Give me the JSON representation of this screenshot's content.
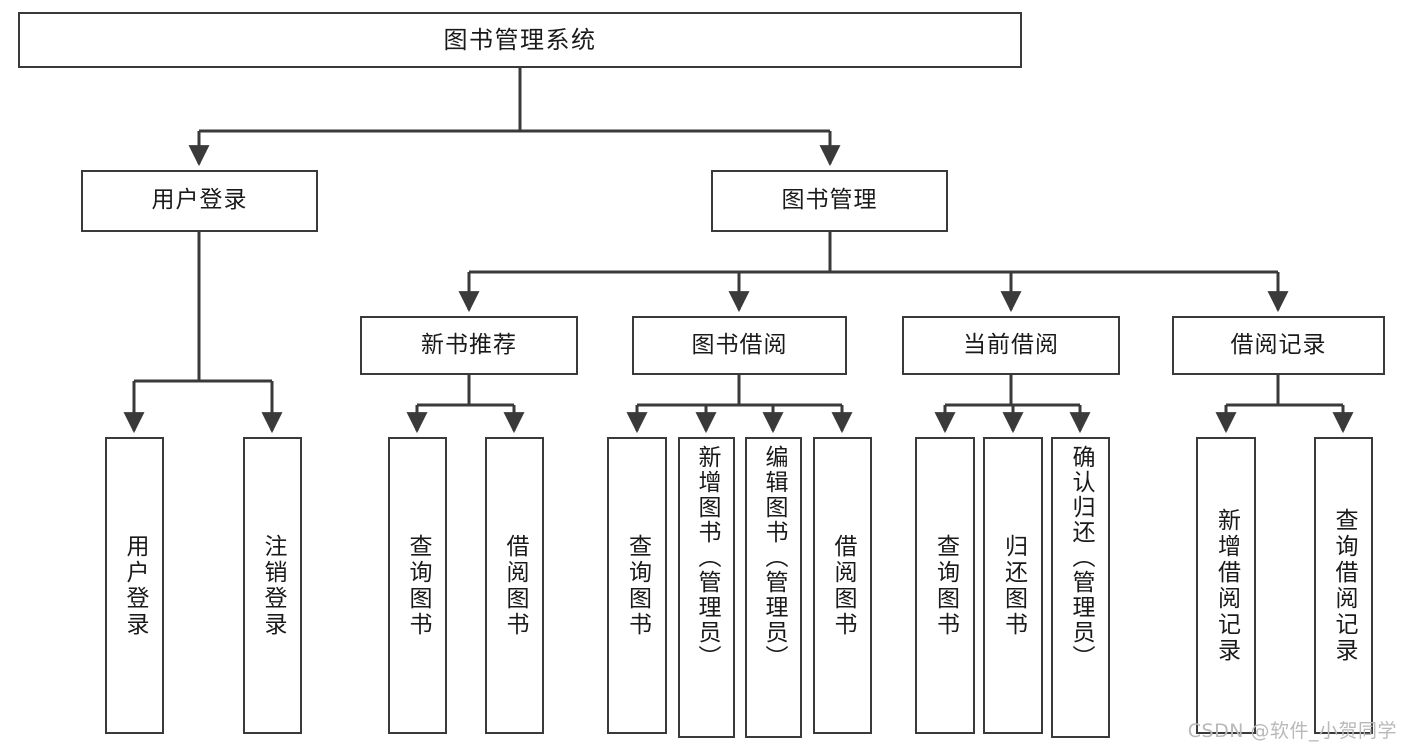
{
  "diagram": {
    "title": "图书管理系统",
    "type": "tree",
    "root": {
      "label": "图书管理系统"
    },
    "level2": [
      {
        "key": "user-login",
        "label": "用户登录"
      },
      {
        "key": "book-manage",
        "label": "图书管理"
      }
    ],
    "level3": [
      {
        "key": "new-book-recommend",
        "label": "新书推荐"
      },
      {
        "key": "book-borrow",
        "label": "图书借阅"
      },
      {
        "key": "current-borrow",
        "label": "当前借阅"
      },
      {
        "key": "borrow-record",
        "label": "借阅记录"
      }
    ],
    "leaves": {
      "user_login": [
        {
          "key": "leaf-user-login",
          "label": "用户登录"
        },
        {
          "key": "leaf-user-logout",
          "label": "注销登录"
        }
      ],
      "new_book_recommend": [
        {
          "key": "leaf-query-book-1",
          "label": "查询图书"
        },
        {
          "key": "leaf-borrow-book-1",
          "label": "借阅图书"
        }
      ],
      "book_borrow": [
        {
          "key": "leaf-query-book-2",
          "label": "查询图书"
        },
        {
          "key": "leaf-add-book",
          "label": "新增图书（管理员）"
        },
        {
          "key": "leaf-edit-book",
          "label": "编辑图书（管理员）"
        },
        {
          "key": "leaf-borrow-book-2",
          "label": "借阅图书"
        }
      ],
      "current_borrow": [
        {
          "key": "leaf-query-book-3",
          "label": "查询图书"
        },
        {
          "key": "leaf-return-book",
          "label": "归还图书"
        },
        {
          "key": "leaf-confirm-return",
          "label": "确认归还（管理员）"
        }
      ],
      "borrow_record": [
        {
          "key": "leaf-add-record",
          "label": "新增借阅记录"
        },
        {
          "key": "leaf-query-record",
          "label": "查询借阅记录"
        }
      ]
    }
  },
  "watermark": {
    "text": "CSDN @软件_小贺同学"
  },
  "colors": {
    "stroke": "#3a3a3a",
    "box_fill": "#ffffff",
    "text": "#1a1a1a",
    "watermark": "#b9b9b9",
    "background": "#ffffff"
  }
}
